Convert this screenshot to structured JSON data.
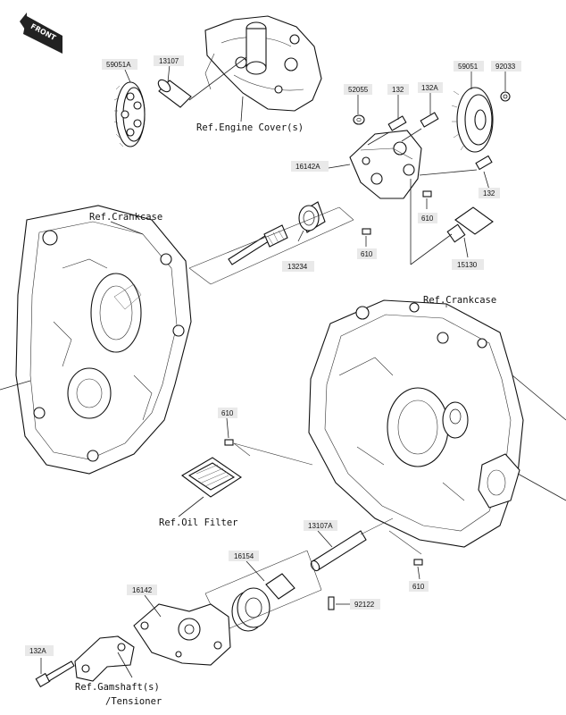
{
  "front_badge": "FRONT",
  "refs": {
    "engine_cover": "Ref.Engine Cover(s)",
    "crankcase_left": "Ref.Crankcase",
    "crankcase_right": "Ref.Crankcase",
    "oil_filter": "Ref.Oil Filter",
    "gamshaft_line1": "Ref.Gamshaft(s)",
    "gamshaft_line2": "/Tensioner"
  },
  "parts": {
    "p59051a": "59051A",
    "p13107": "13107",
    "p52055": "52055",
    "p132_top": "132",
    "p132a_top": "132A",
    "p59051": "59051",
    "p92033": "92033",
    "p16142a": "16142A",
    "p132_right": "132",
    "p610_right": "610",
    "p610_mid": "610",
    "p13234": "13234",
    "p15130": "15130",
    "p610_left": "610",
    "p13107a": "13107A",
    "p16154": "16154",
    "p16142": "16142",
    "p610_lower": "610",
    "p92122": "92122",
    "p132a_bottom": "132A"
  }
}
